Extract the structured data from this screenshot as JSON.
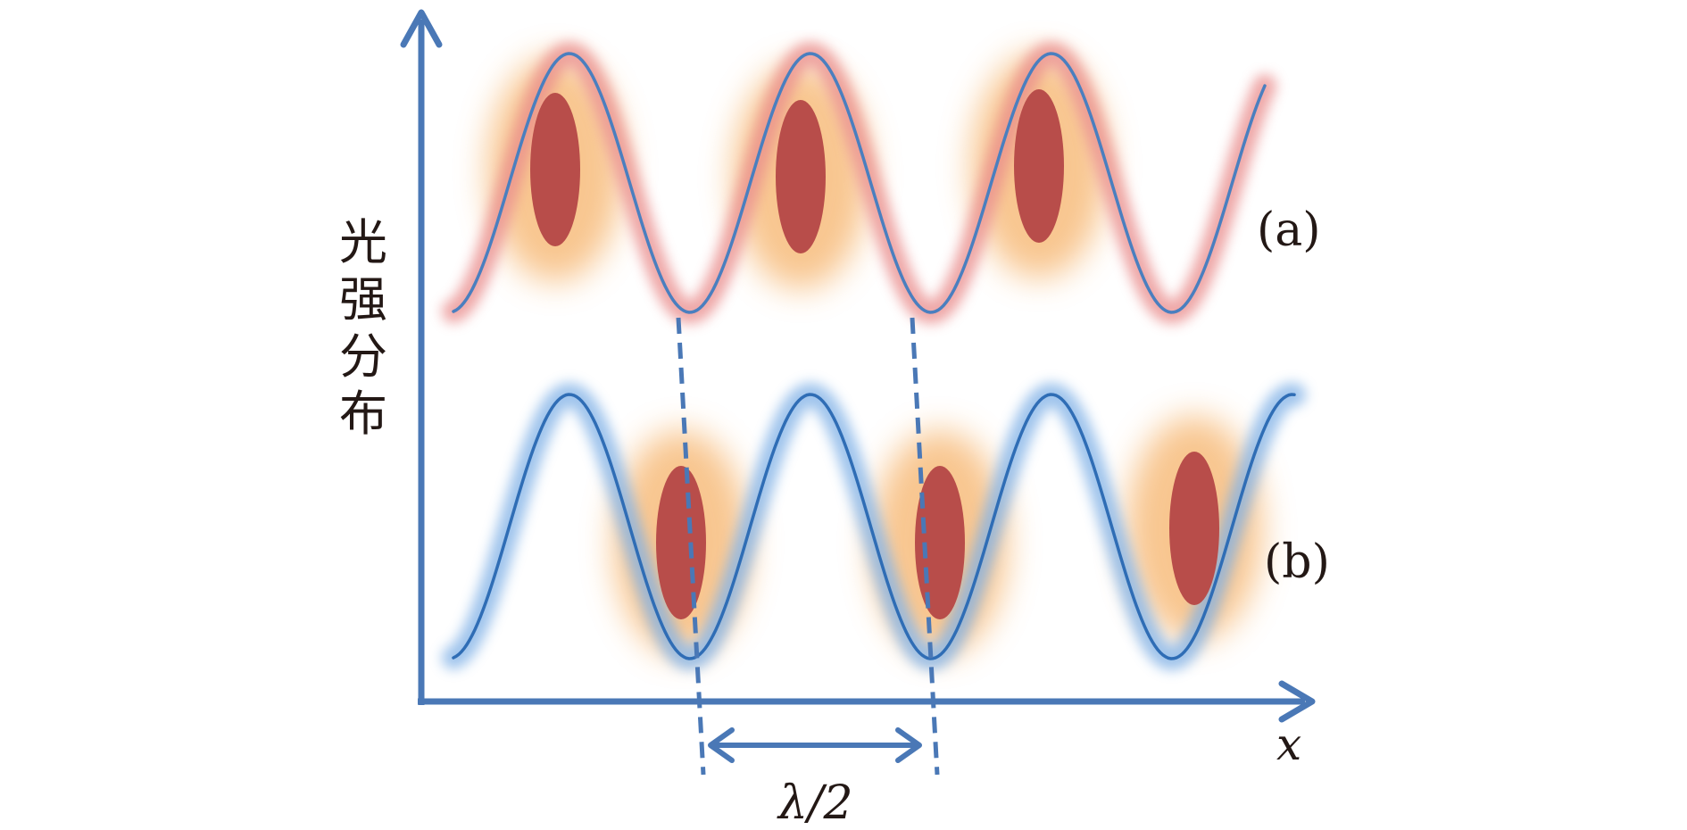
{
  "axes": {
    "y_label_chars": [
      "光",
      "强",
      "分",
      "布"
    ],
    "x_label": "x"
  },
  "curves": {
    "a": {
      "label": "(a)",
      "glow_color": "#e98b8b",
      "line_color": "#4a7fbf"
    },
    "b": {
      "label": "(b)",
      "glow_color": "#7fb0e6",
      "line_color": "#2f6db5"
    }
  },
  "annotation": {
    "spacing_label": "λ/2"
  },
  "colors": {
    "axis": "#4a78b6",
    "atom": "#b84d4a",
    "atom_glow": "#f6b36b",
    "dashed_line": "#4a78b6"
  }
}
